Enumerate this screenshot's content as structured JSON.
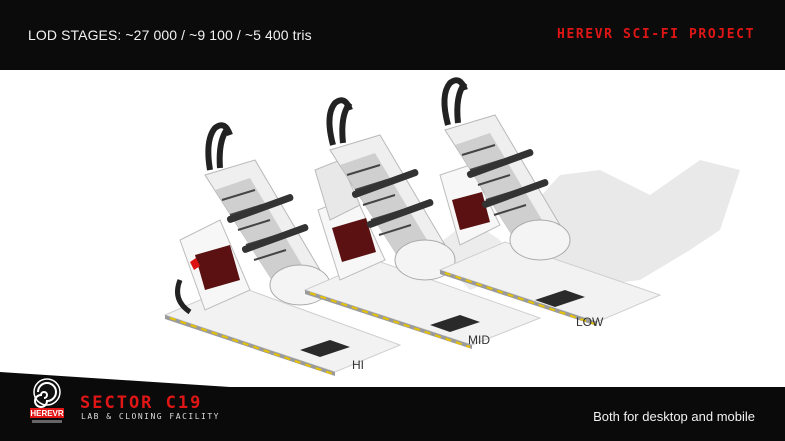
{
  "header": {
    "lod_stages": "LOD STAGES: ~27 000 /  ~9 100 / ~5 400 tris",
    "project_title": "HEREVR SCI-FI PROJECT"
  },
  "render": {
    "labels": {
      "hi": "HI",
      "mid": "MID",
      "low": "LOW"
    }
  },
  "footer": {
    "logo_text": "HEREVR",
    "sector_title": "SECTOR C19",
    "facility_subtitle": "LAB & CLONING FACILITY",
    "platform_note": "Both for desktop and mobile"
  },
  "colors": {
    "accent": "#e01616",
    "bar": "#0b0b0b"
  }
}
